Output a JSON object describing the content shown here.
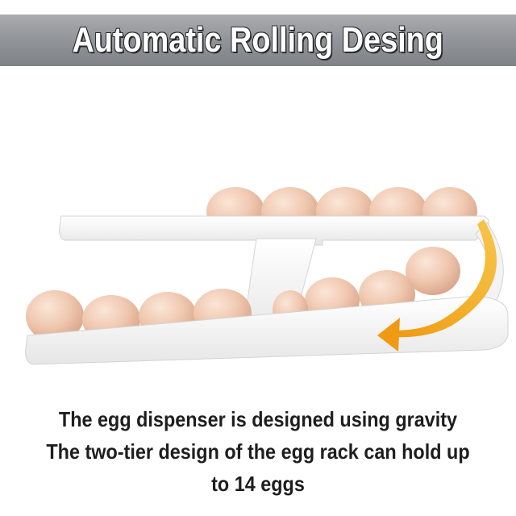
{
  "banner": {
    "title": "Automatic Rolling Desing"
  },
  "caption": {
    "line1": "The egg dispenser is designed using gravity",
    "line2": "The two-tier design of the egg rack can hold up",
    "line3": "to 14 eggs"
  },
  "colors": {
    "egg": "#f2cdb6",
    "rack": "#ffffff",
    "arrow": "#f2a21a",
    "banner": "#8f9296"
  }
}
